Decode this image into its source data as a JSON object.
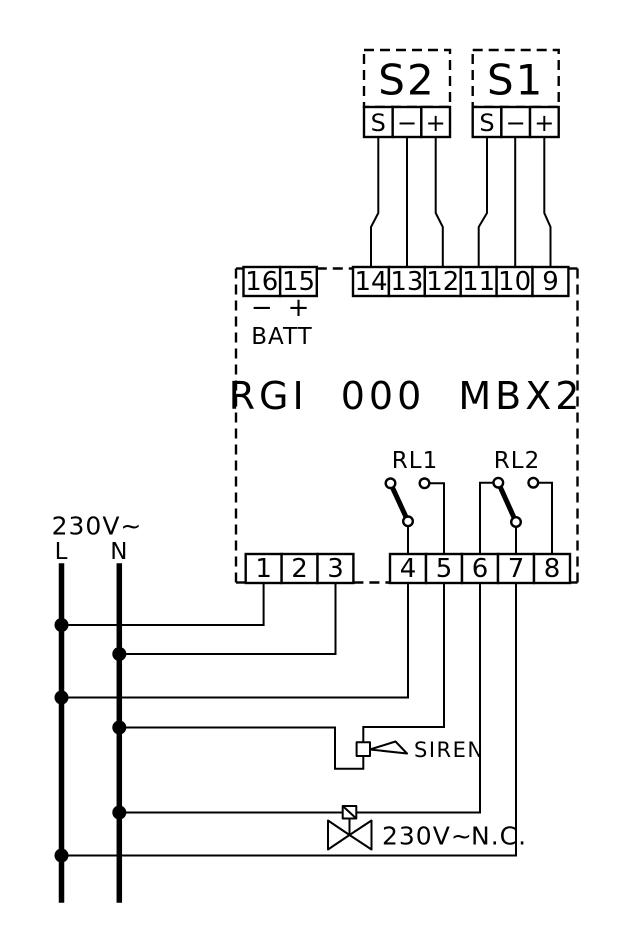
{
  "diagram": {
    "device_title": "RGI 000 MBX2",
    "sensors": {
      "s2": {
        "label": "S2",
        "terminals": [
          "S",
          "−",
          "+"
        ]
      },
      "s1": {
        "label": "S1",
        "terminals": [
          "S",
          "−",
          "+"
        ]
      }
    },
    "battery": {
      "terminal_left": "16",
      "terminal_right": "15",
      "minus": "−",
      "plus": "+",
      "label": "BATT"
    },
    "top_terminals": [
      "14",
      "13",
      "12",
      "11",
      "10",
      "9"
    ],
    "bottom_terminals_left": [
      "1",
      "2",
      "3"
    ],
    "bottom_terminals_right": [
      "4",
      "5",
      "6",
      "7",
      "8"
    ],
    "relays": {
      "rl1": "RL1",
      "rl2": "RL2"
    },
    "power": {
      "voltage": "230V~",
      "line": "L",
      "neutral": "N"
    },
    "siren_label": "SIREN",
    "valve": {
      "voltage": "230V~",
      "contact": "N.C."
    },
    "colors": {
      "ink": "#000000",
      "background": "#ffffff"
    }
  }
}
